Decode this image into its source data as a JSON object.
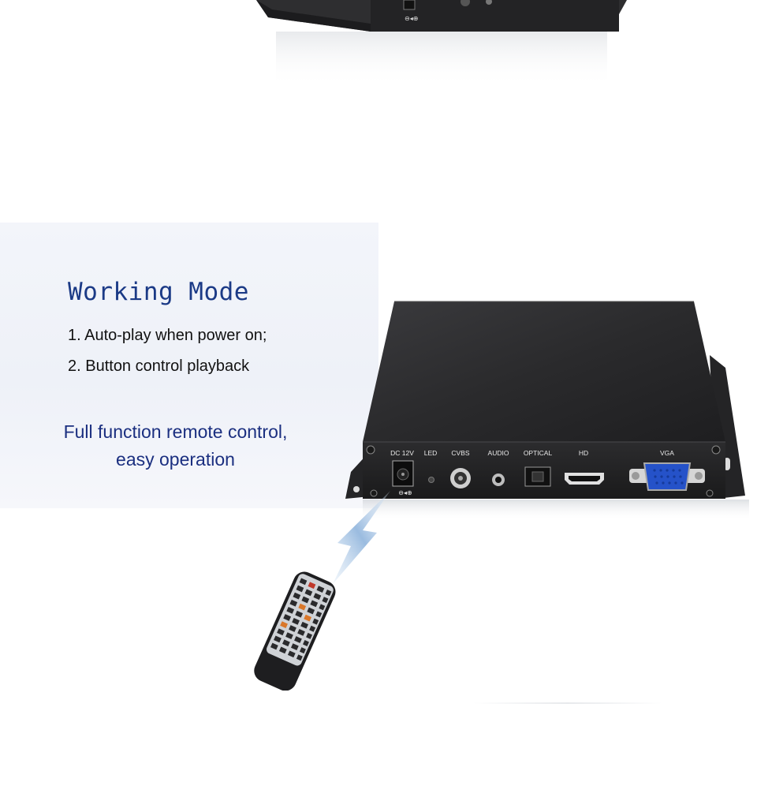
{
  "working_mode": {
    "title": "Working Mode",
    "features": [
      "1. Auto-play when power on;",
      "2. Button control playback"
    ],
    "remote_text": {
      "line1": "Full function remote control,",
      "line2": "easy operation"
    }
  },
  "device_ports": {
    "dc": "DC 12V",
    "led": "LED",
    "cvbs": "CVBS",
    "audio": "AUDIO",
    "optical": "OPTICAL",
    "hd": "HD",
    "vga": "VGA",
    "polarity": "⊖◂⊕"
  },
  "colors": {
    "title": "#1b3a86",
    "remote_text": "#1b2f80",
    "device_body": "#2a2a2c",
    "vga_connector": "#2552c9"
  }
}
